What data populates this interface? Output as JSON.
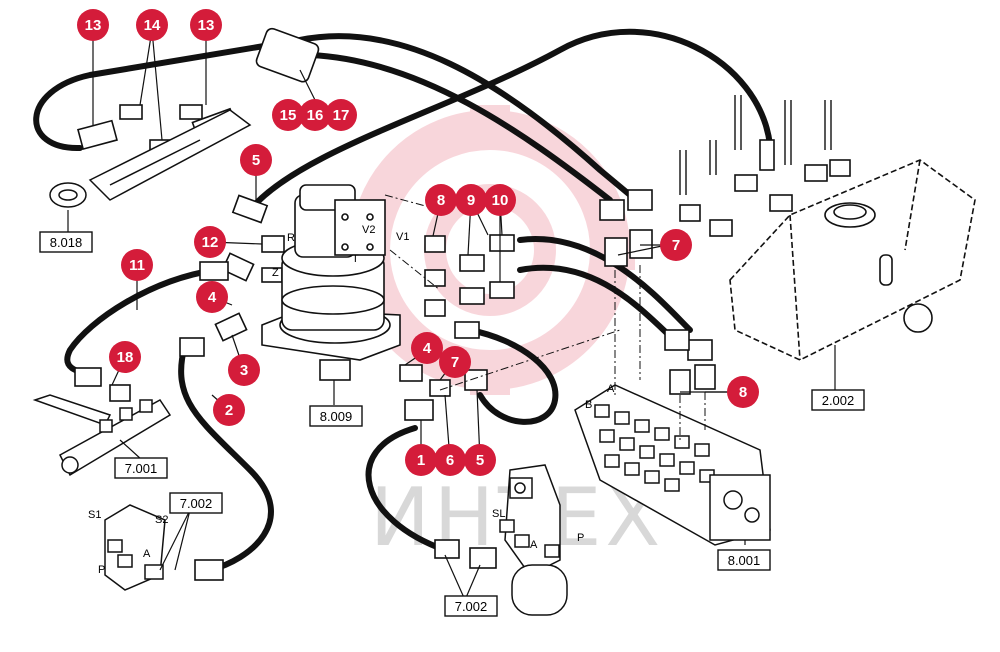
{
  "colors": {
    "badge": "#d41c3a",
    "hose": "#111111",
    "watermark_gear": "#f4b6bf",
    "watermark_text": "#d8d8d8"
  },
  "watermark": {
    "text": "ИНТЕХ"
  },
  "badges": [
    {
      "id": "b13a",
      "label": "13"
    },
    {
      "id": "b14",
      "label": "14"
    },
    {
      "id": "b13b",
      "label": "13"
    },
    {
      "id": "b15",
      "label": "15"
    },
    {
      "id": "b16",
      "label": "16"
    },
    {
      "id": "b17",
      "label": "17"
    },
    {
      "id": "b5a",
      "label": "5"
    },
    {
      "id": "b8a",
      "label": "8"
    },
    {
      "id": "b9",
      "label": "9"
    },
    {
      "id": "b10",
      "label": "10"
    },
    {
      "id": "b12",
      "label": "12"
    },
    {
      "id": "b7a",
      "label": "7"
    },
    {
      "id": "b11",
      "label": "11"
    },
    {
      "id": "b4a",
      "label": "4"
    },
    {
      "id": "b3",
      "label": "3"
    },
    {
      "id": "b18",
      "label": "18"
    },
    {
      "id": "b2",
      "label": "2"
    },
    {
      "id": "b4b",
      "label": "4"
    },
    {
      "id": "b7b",
      "label": "7"
    },
    {
      "id": "b8b",
      "label": "8"
    },
    {
      "id": "b1",
      "label": "1"
    },
    {
      "id": "b6",
      "label": "6"
    },
    {
      "id": "b5b",
      "label": "5"
    }
  ],
  "ref_boxes": [
    {
      "id": "r8018",
      "label": "8.018"
    },
    {
      "id": "r8009",
      "label": "8.009"
    },
    {
      "id": "r7001",
      "label": "7.001"
    },
    {
      "id": "r7002a",
      "label": "7.002"
    },
    {
      "id": "r7002b",
      "label": "7.002"
    },
    {
      "id": "r2002",
      "label": "2.002"
    },
    {
      "id": "r8001",
      "label": "8.001"
    }
  ],
  "ports": [
    {
      "id": "pR",
      "label": "R"
    },
    {
      "id": "pZ",
      "label": "Z"
    },
    {
      "id": "pV2",
      "label": "V2"
    },
    {
      "id": "pV1",
      "label": "V1"
    },
    {
      "id": "pT",
      "label": "T"
    },
    {
      "id": "pA",
      "label": "A"
    },
    {
      "id": "pB",
      "label": "B"
    },
    {
      "id": "pS1",
      "label": "S1"
    },
    {
      "id": "pS2",
      "label": "S2"
    },
    {
      "id": "pA2",
      "label": "A"
    },
    {
      "id": "pP",
      "label": "P"
    },
    {
      "id": "pSL",
      "label": "SL"
    },
    {
      "id": "pA3",
      "label": "A"
    },
    {
      "id": "pP2",
      "label": "P"
    }
  ]
}
